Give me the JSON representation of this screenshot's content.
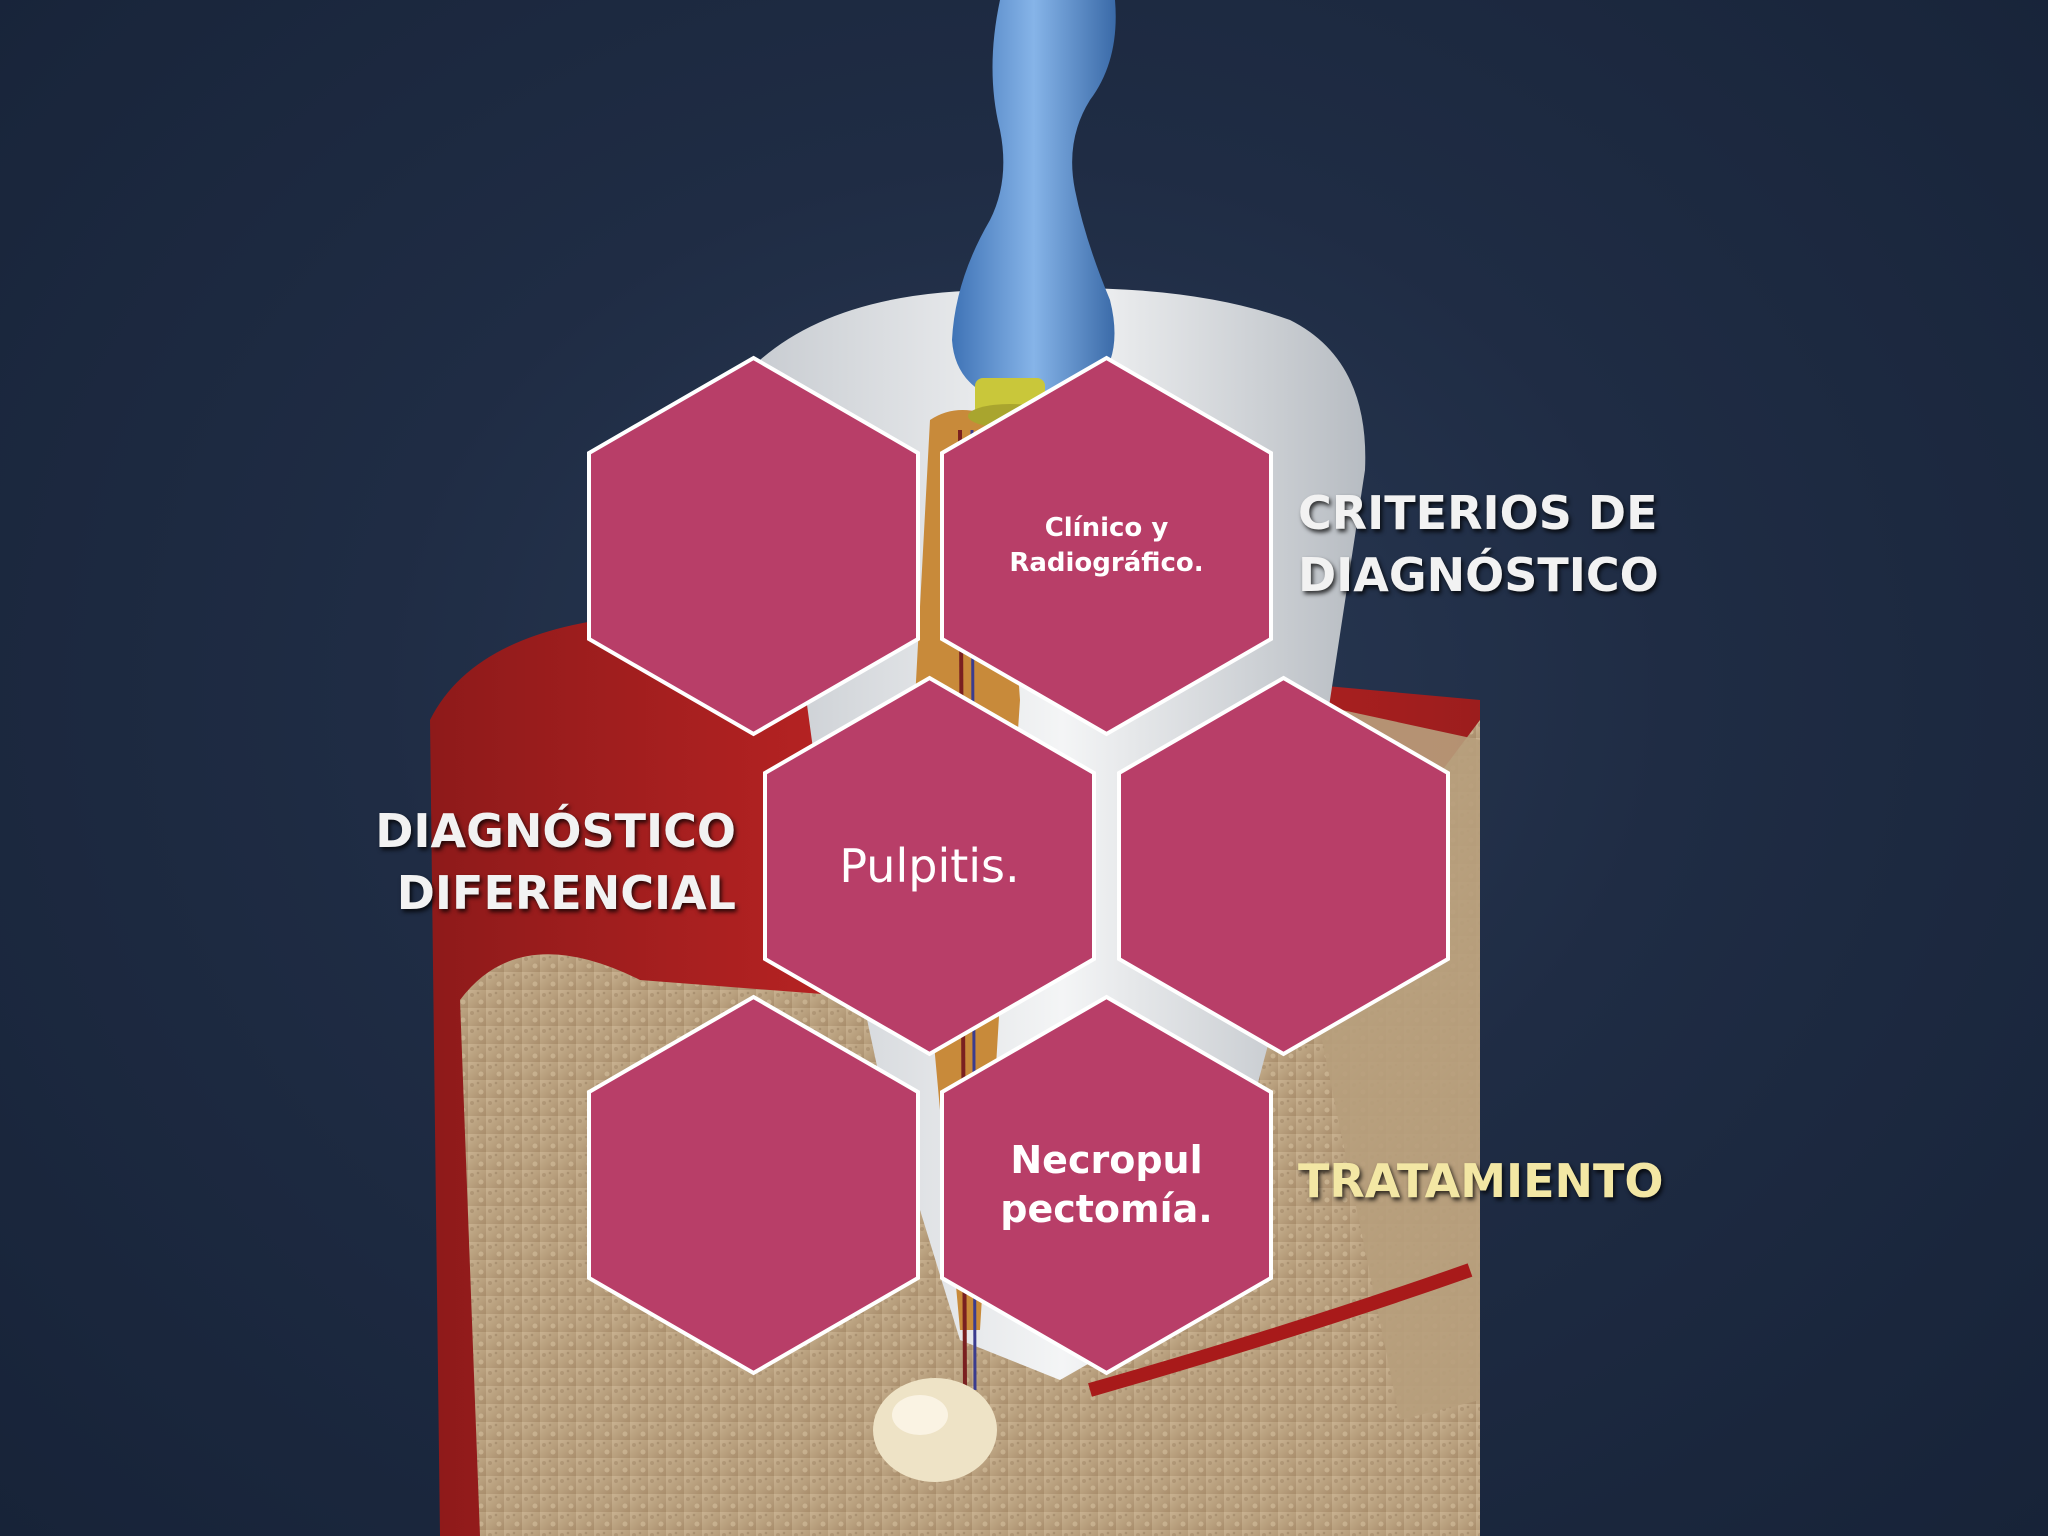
{
  "colors": {
    "hex_fill": "#b83e68",
    "hex_border": "#ffffff",
    "label_text": "#f2f2f2",
    "accent_label": "#f3e7a4",
    "background": "#1f2c44"
  },
  "hexagons": [
    {
      "id": "top-left",
      "text": ""
    },
    {
      "id": "top-right",
      "text": "Clínico y\nRadiográfico."
    },
    {
      "id": "center",
      "text": "Pulpitis."
    },
    {
      "id": "middle-right",
      "text": ""
    },
    {
      "id": "bottom-left",
      "text": ""
    },
    {
      "id": "bottom-right",
      "text": "Necropul\npectomía."
    }
  ],
  "labels": {
    "criterios": "CRITERIOS DE\nDIAGNÓSTICO",
    "diferencial": "DIAGNÓSTICO\nDIFERENCIAL",
    "tratamiento": "TRATAMIENTO"
  }
}
